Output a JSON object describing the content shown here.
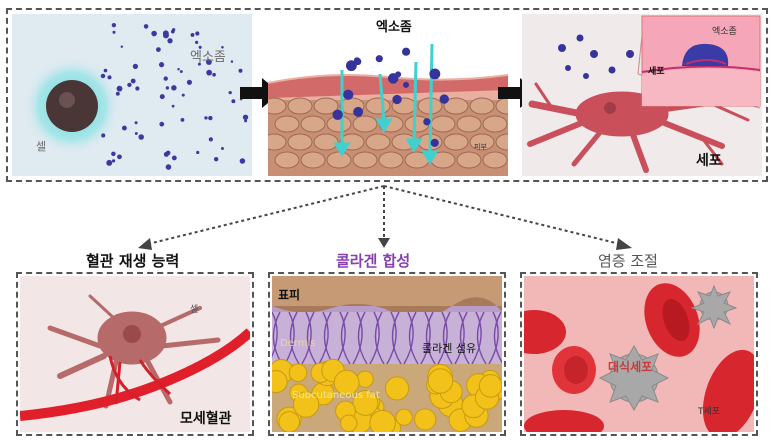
{
  "top": {
    "panel1": {
      "exosome_label": "엑소좀",
      "cell_label": "셀"
    },
    "panel2": {
      "exosome_label": "엑소좀",
      "skin_label": "피부"
    },
    "panel3": {
      "inset_exosome_label": "엑소좀",
      "inset_cell_label": "세포",
      "cell_label": "세포"
    }
  },
  "bottom": {
    "angiogenesis": {
      "title": "혈관 재생 능력",
      "cell_label": "셀",
      "capillary_label": "모세혈관"
    },
    "collagen": {
      "title": "콜라겐 합성",
      "epidermis_label": "표피",
      "dermis_label": "Dermis",
      "fiber_label": "콜라겐 섬유",
      "subcutaneous_label": "Subcutaneous fat"
    },
    "inflammation": {
      "title": "염증 조절",
      "macrophage_label": "대식세포",
      "tcell_label": "T세포"
    }
  },
  "colors": {
    "collagen_title": "#8a3fb0",
    "arrow": "#111111",
    "teal": "#3fd0d0",
    "exosome": "#3a3aa0"
  }
}
